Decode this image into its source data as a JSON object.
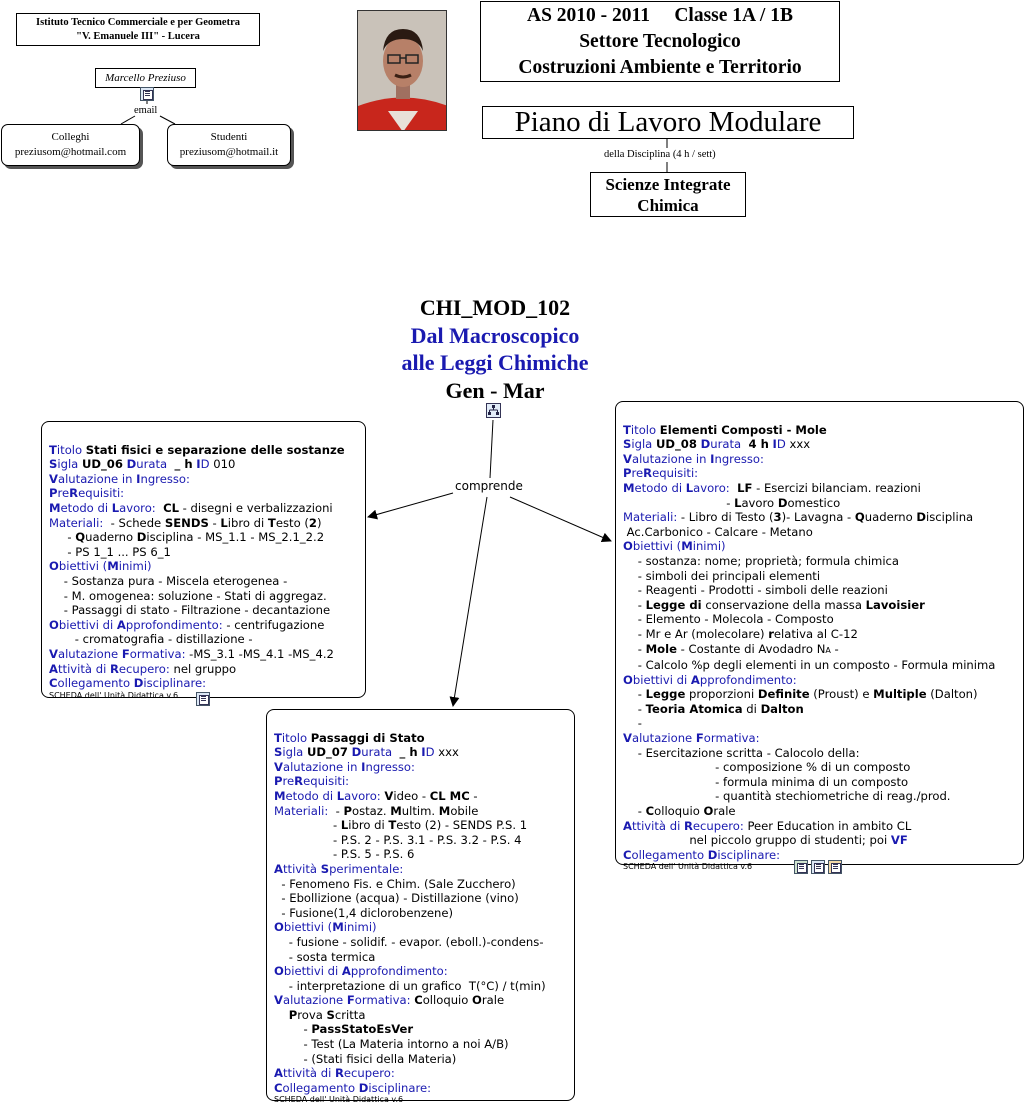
{
  "school": {
    "line1": "Istituto Tecnico Commerciale e per Geometra",
    "line2": "\"V. Emanuele III\" - Lucera"
  },
  "author": {
    "name": "Marcello Preziuso",
    "link_label": "email",
    "left": {
      "title": "Colleghi",
      "email": "preziusom@hotmail.com"
    },
    "right": {
      "title": "Studenti",
      "email": "preziusom@hotmail.it"
    }
  },
  "header": {
    "line1": "AS 2010 - 2011     Classe 1A / 1B",
    "line2": "Settore Tecnologico",
    "line3": "Costruzioni Ambiente e Territorio"
  },
  "plan": {
    "title": "Piano di Lavoro Modulare",
    "link_label": "della Disciplina (4 h / sett)",
    "subject1": "Scienze Integrate",
    "subject2": "Chimica"
  },
  "module": {
    "code": "CHI_MOD_102",
    "title1": "Dal Macroscopico",
    "title2": "alle Leggi Chimiche",
    "period": "Gen - Mar",
    "link_label": "comprende"
  },
  "footer_note": "SCHEDA dell' Unità Didattica v.6",
  "colors": {
    "label_blue": "#1a1ab0",
    "heading_blue": "#1a1ab0"
  },
  "icons": [
    "photo-icon",
    "document-icon",
    "hierarchy-icon",
    "image-icon",
    "report-icon"
  ]
}
